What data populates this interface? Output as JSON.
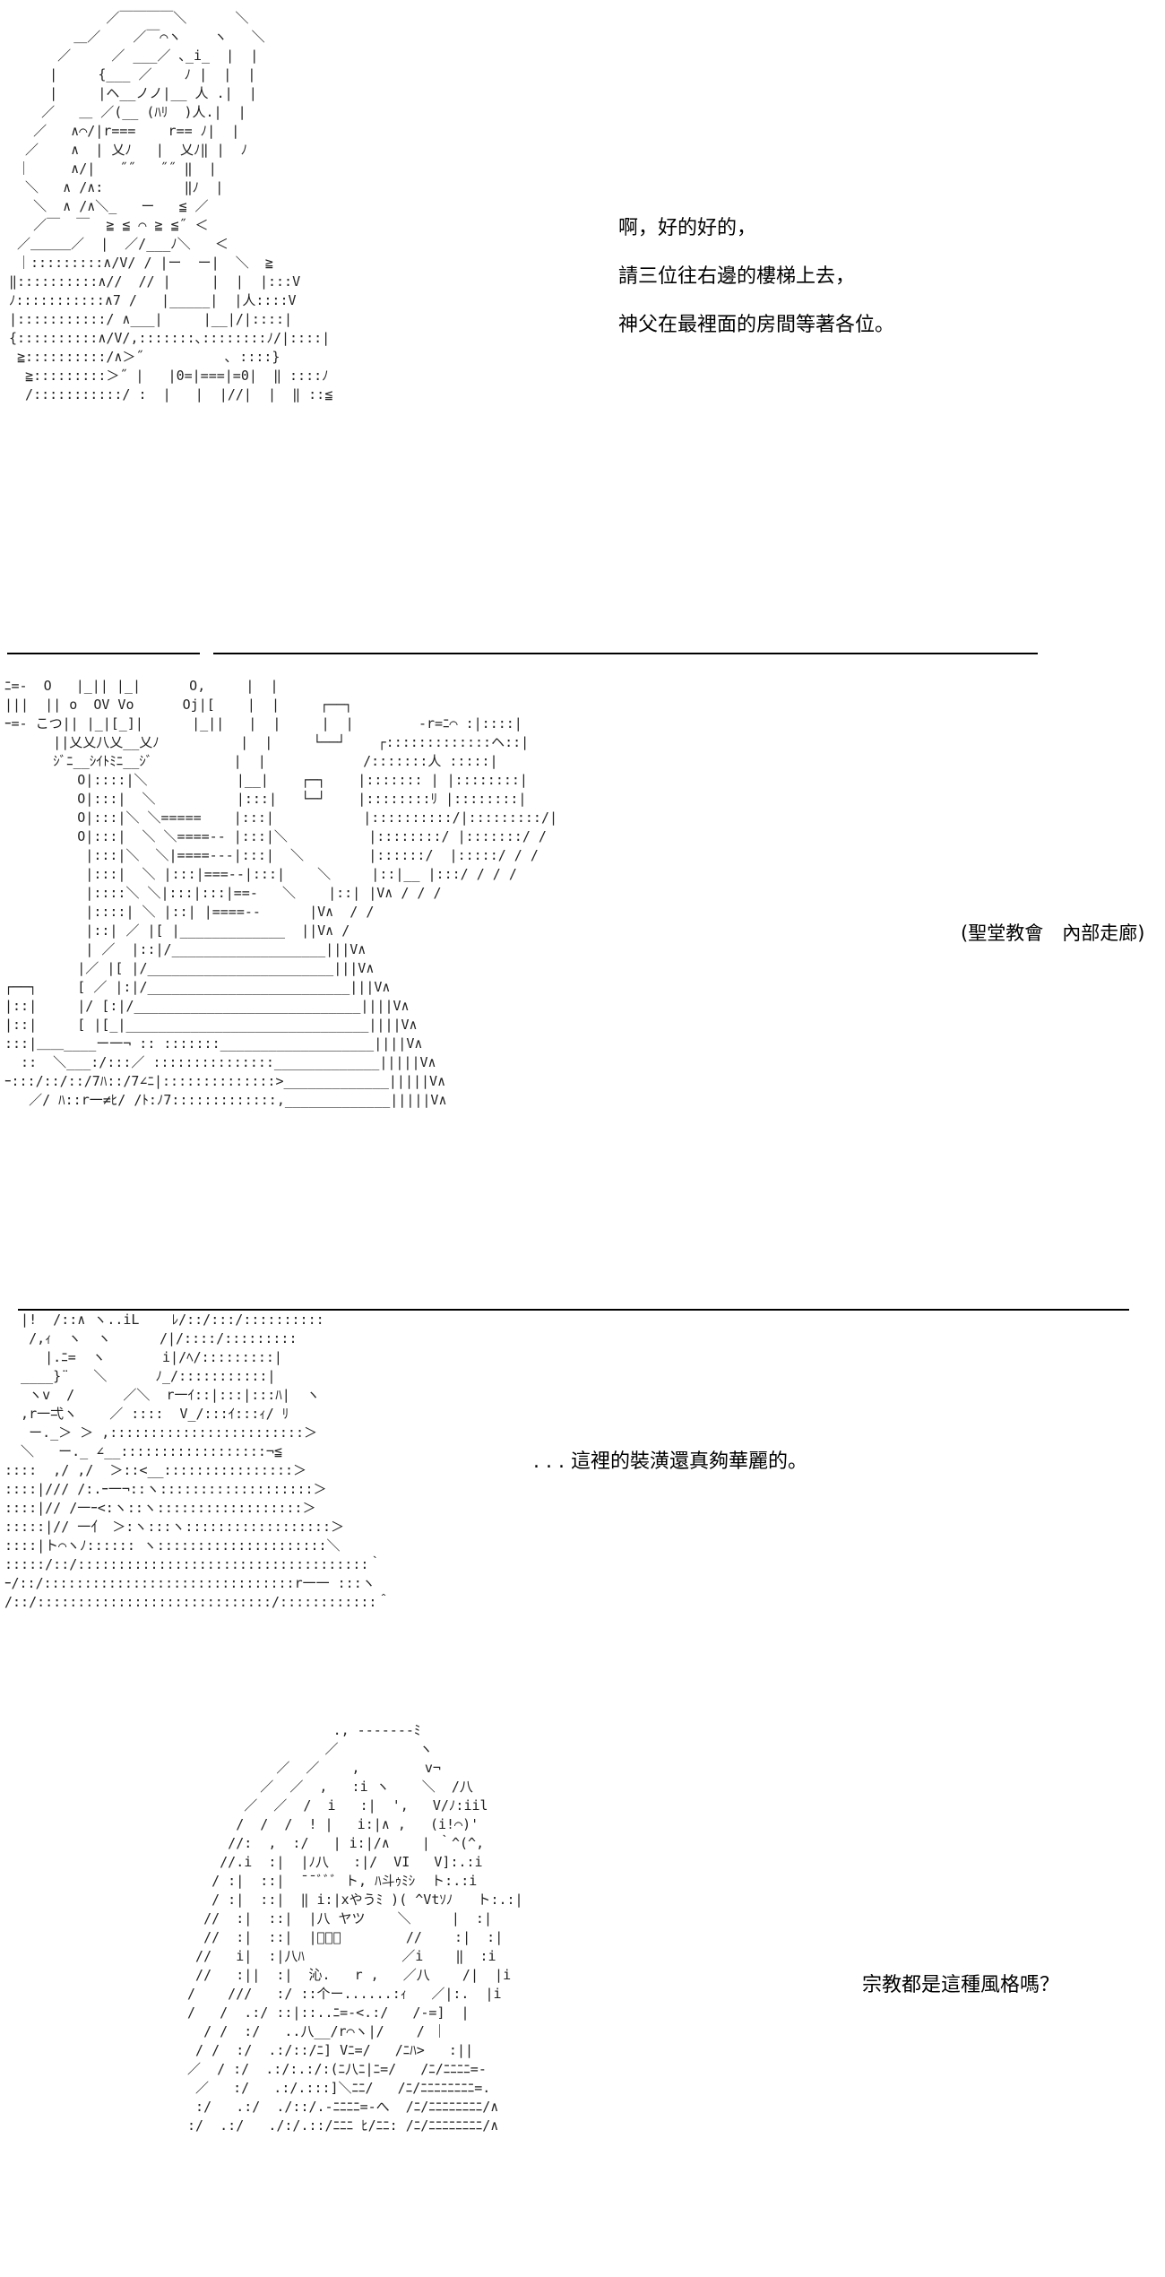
{
  "panels": [
    {
      "id": "panel1",
      "dialogue": [
        "啊，好的好的，",
        "請三位往右邊的樓梯上去，",
        "神父在最裡面的房間等著各位。"
      ],
      "art_lines": [
        "            ／￣￣￣￣＼      ＼",
        "        ＿／    ／￣⌒ヽ    ヽ   ＼",
        "      ／     ／ ___／ ､_i_  |  |",
        "     |     {___ ／    ﾉ |  |  |",
        "     |     |ヘ__ノノ|__ 人 .|  |",
        "    ／   ＿ ／(__ (ﾊﾘ  )人.|  |",
        "   ／   ∧⌒/|r===    r== ﾉ|  |",
        "  ／    ∧  | 乂ﾉ   |  乂ﾉ‖ |  ﾉ",
        " ｜     ∧/|   ˝˝   ˝˝ ‖  |",
        "  ＼   ∧ /∧:          ‖ﾉ  |",
        "   ＼  ∧ /∧＼_   ー   ≦ ／",
        "   ／￣  ￣  ≧ ≦ ⌒ ≧ ≦˝ ＜",
        " ／＿＿＿／  |  ／/___ﾉ＼   ＜",
        " ｜:::::::::∧/V/ / |ー  ー|  ＼  ≧",
        "‖::::::::::∧//  // |     |  |  |:::V",
        "ﾉ:::::::::::∧7 /   |_____|  |人::::V",
        "|:::::::::::/ ∧___|     |__|/|::::|",
        "{::::::::::∧/V/,:::::::､::::::::ﾉ/|::::|",
        " ≧::::::::::/∧＞˝          ､ ::::}",
        "  ≧:::::::::＞˝ |   |0=|===|=0|  ‖ ::::ﾉ",
        "  /:::::::::::/ :  |   |  |//|  |  ‖ ::≦"
      ]
    },
    {
      "id": "panel2",
      "caption": "(聖堂教會　內部走廊)",
      "art_lines": [
        "ﾆ=-  O   |_|| |_|      O,     |  |",
        "|||  || o  OV Vo      Oj|[    |  |     ┌──┐",
        "ｰ=- こつ|| |_|[_]|      |_||   |  |     |  |        -r=ﾆ⌒ :|::::|",
        "      ||乂乂八乂__乂ﾉ          |  |     └──┘    ┌:::::::::::::ヘ::|",
        "      ｼﾞﾆ__ｼｲﾄﾐﾆ__ｼﾞ          |  |            /:::::::人 :::::|",
        "         O|::::|＼           |__|    ┌─┐    |::::::: | |::::::::|",
        "         O|:::|  ＼          |:::|   └─┘    |::::::::ﾘ |::::::::|",
        "         O|:::|＼ ＼=====    |:::|           |::::::::::/|:::::::::/|",
        "         O|:::|  ＼ ＼====-- |:::|＼          |::::::::/ |:::::::/ /",
        "          |:::|＼  ＼|====---|:::|  ＼        |::::::/  |:::::/ / /",
        "          |:::|  ＼ |:::|===--|:::|    ＼     |::|__ |:::/ / / /",
        "          |::::＼ ＼|:::|:::|==-   ＼    |::| |V∧ / / /",
        "          |::::| ＼ |::| |====--      |V∧  / /",
        "          |::| ／ |[ |_____________  ||V∧ /",
        "          | ／  |::|/___________________|||V∧",
        "         |／ |[ |/_______________________|||V∧",
        "┌──┐     [ ／ |:|/_________________________|||V∧",
        "|::|     |/ [:|/____________________________||||V∧",
        "|::|     [ |[_|______________________________||||V∧",
        ":::|＿＿____ー一¬ :: :::::::___________________||||V∧",
        "  ::  ＼___:/:::／ :::::::::::::::_____________|||||V∧",
        "ｰ:::/::/::/7ﾊ::/7∠ﾆ|::::::::::::::>_____________|||||V∧",
        "   ／/ ﾊ::r一≠ﾋ/ /ﾄ:ﾉ7:::::::::::::,_____________|||||V∧"
      ]
    },
    {
      "id": "panel3",
      "dialogue": [
        ". . . 這裡的裝潢還真夠華麗的。"
      ],
      "art_lines": [
        "  |!  /::∧ ヽ..iL    ﾚ/::/:::/::::::::::",
        "   /,ｨ  ヽ  ヽ      /|/::::/:::::::::",
        "     |.ﾆ=  ヽ       i|/ﾍ/:::::::::|",
        "  ____}¨   ＼      ﾉ_/:::::::::::|",
        "   ヽv  /      ／＼  r一ｲ::|:::|:::ﾊ|  ヽ",
        "  ,r一弌ヽ    ／ ::::  V_/:::ｲ:::ｨ/ ﾘ",
        "   ー._＞ ＞ ,::::::::::::::::::::::::＞",
        "  ＼   ー._ ∠__::::::::::::::::::¬≦",
        "::::  ,/ ,/  ＞::<__::::::::::::::::＞",
        "::::|/// /:.ｰ一¬::ヽ:::::::::::::::::::＞",
        "::::|// /一ｰ<:ヽ::ヽ::::::::::::::::::＞",
        ":::::|// 一亻 ＞:ヽ:::ヽ::::::::::::::::::＞",
        "::::|ト⌒ヽﾉ:::::: ヽ:::::::::::::::::::::＼",
        ":::::/::/::::::::::::::::::::::::::::::::::::｀",
        "ｰ/::/:::::::::::::::::::::::::::::::r一一 :::ヽ",
        "/::/:::::::::::::::::::::::::::::/::::::::::::＾"
      ]
    },
    {
      "id": "panel4",
      "dialogue": [
        "宗教都是這種風格嗎？"
      ],
      "art_lines": [
        "                   ., -------ﾐ",
        "                  ／          ヽ",
        "            ／  ／    ,        v¬",
        "          ／  ／  ,   :i ヽ    ＼  /八",
        "        ／  ／  /  i   :|  ',   V/ﾉ:iil",
        "       /  /  /  ! |   i:|∧ ,   (i!⌒)'",
        "      //:  ,  :/   | i:|/∧    | ｀^(^,",
        "     //.i  :|  |ﾉ八   :|/  VI   V]:.:i",
        "    / :|  ::|  ¯¯ﾞﾞﾞ ト, ﾊ斗ｩﾐｼ  ト:.:i",
        "    / :|  ::|  ‖ i:|xやうﾐ )( ^Vtｿﾉ   ト:.:|",
        "   //  :|  ::|  |八 ヤツ    ＼     |  :|",
        "   //  :|  ::|  |ﾞﾞﾞ        //    :|  :|",
        "  //   i|  :|八ﾊ            ／i    ‖  :i",
        "  //   :||  :|  沁.   r ,   ／八    /|  |i",
        " /    ///   :/ ::个ー......:ｨ   ／|:.  |i",
        " /   /  .:/ ::|::..ﾆ=-<.:/   /-=]  |",
        "   / /  :/   ..八__/r⌒ヽ|/    / ｜",
        "  / /  :/  .:/::/ﾆ] Vﾆ=/   /ﾆﾊ>   :||",
        " ／  / :/  .:/:.:/:(ﾆ八ﾆ|ﾆ=/   /ﾆ/ﾆﾆﾆﾆ=-",
        "  ／   :/   .:/.:::]＼ﾆﾆ/   /ﾆ/ﾆﾆﾆﾆﾆﾆﾆﾆ=.",
        "  :/   .:/  ./::/.-ﾆﾆﾆﾆ=-へ  /ﾆ/ﾆﾆﾆﾆﾆﾆﾆﾆ/∧",
        " :/  .:/   ./:/.::/ﾆﾆﾆ ﾋ/ﾆﾆ: /ﾆ/ﾆﾆﾆﾆﾆﾆﾆﾆ/∧"
      ]
    }
  ]
}
